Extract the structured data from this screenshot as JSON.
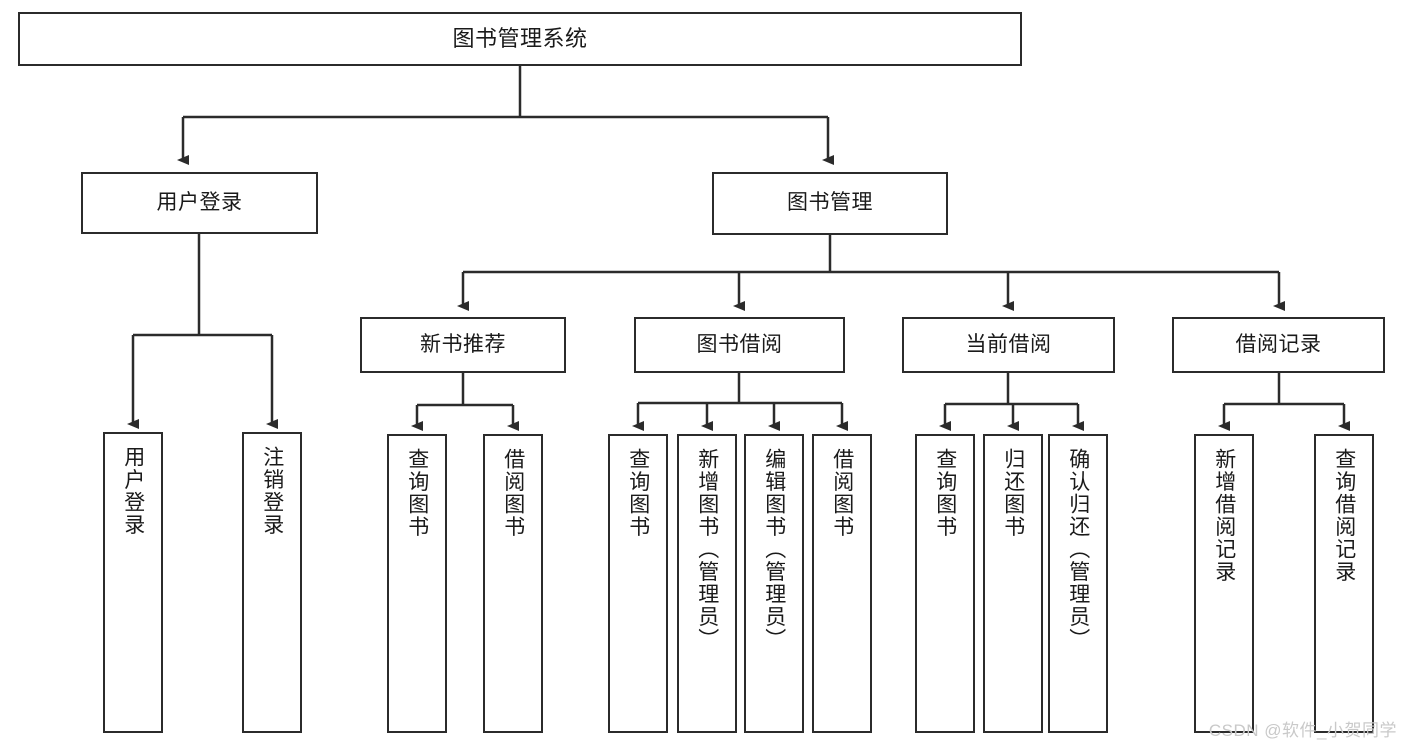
{
  "diagram": {
    "title": "图书管理系统",
    "type": "tree-hierarchy",
    "background_color": "#ffffff",
    "box_border_color": "#2b2b2b",
    "connector_color": "#2b2b2b",
    "text_color": "#1a1a1a"
  },
  "nodes": {
    "root": {
      "label": "图书管理系统"
    },
    "level1": [
      {
        "label": "用户登录"
      },
      {
        "label": "图书管理"
      }
    ],
    "level2": [
      {
        "label": "新书推荐"
      },
      {
        "label": "图书借阅"
      },
      {
        "label": "当前借阅"
      },
      {
        "label": "借阅记录"
      }
    ],
    "leaves_user_login": [
      {
        "label": "用户登录"
      },
      {
        "label": "注销登录"
      }
    ],
    "leaves_new_books": [
      {
        "label": "查询图书"
      },
      {
        "label": "借阅图书"
      }
    ],
    "leaves_borrow": [
      {
        "label": "查询图书"
      },
      {
        "label": "新增图书（管理员）"
      },
      {
        "label": "编辑图书（管理员）"
      },
      {
        "label": "借阅图书"
      }
    ],
    "leaves_current": [
      {
        "label": "查询图书"
      },
      {
        "label": "归还图书"
      },
      {
        "label": "确认归还（管理员）"
      }
    ],
    "leaves_records": [
      {
        "label": "新增借阅记录"
      },
      {
        "label": "查询借阅记录"
      }
    ]
  },
  "watermark": {
    "text": "CSDN @软件_小贺同学",
    "color": "#c9c9c9"
  }
}
